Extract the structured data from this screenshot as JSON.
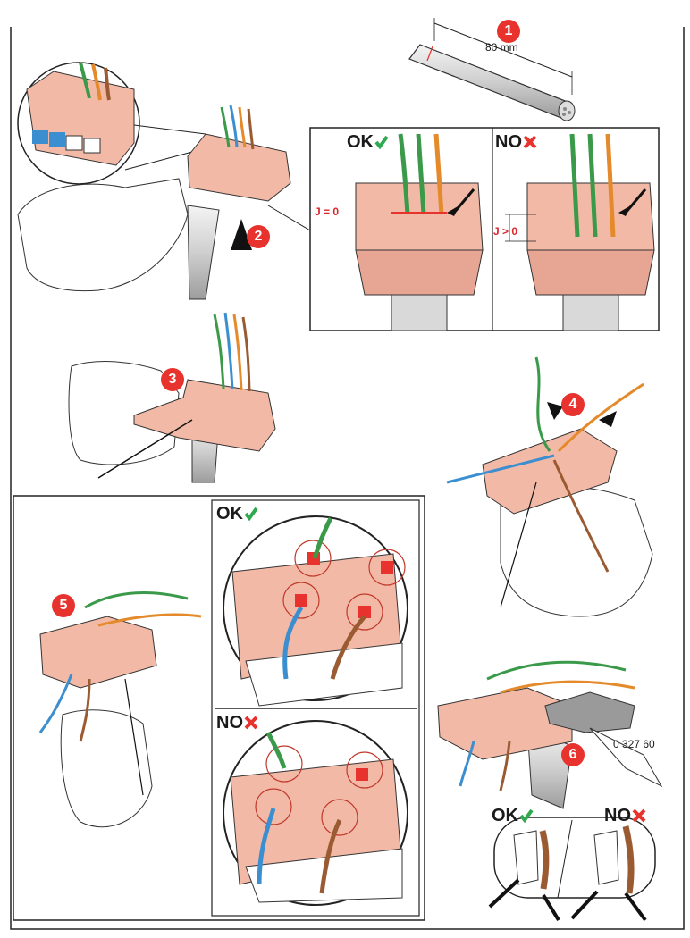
{
  "steps": [
    "1",
    "2",
    "3",
    "4",
    "5",
    "6"
  ],
  "cable_length": "80 mm",
  "ok_label": "OK",
  "no_label": "NO",
  "j_ok": "J = 0",
  "j_no": "J > 0",
  "tool_ref": "0 327 60",
  "colors": {
    "accent_red": "#e8322d",
    "ok_green": "#2fa84f",
    "connector_pink": "#f2b9a6",
    "wire_green": "#3a9a4a",
    "wire_orange": "#e58a2a",
    "wire_blue": "#3b8fd0",
    "wire_brown": "#9a5b32"
  }
}
